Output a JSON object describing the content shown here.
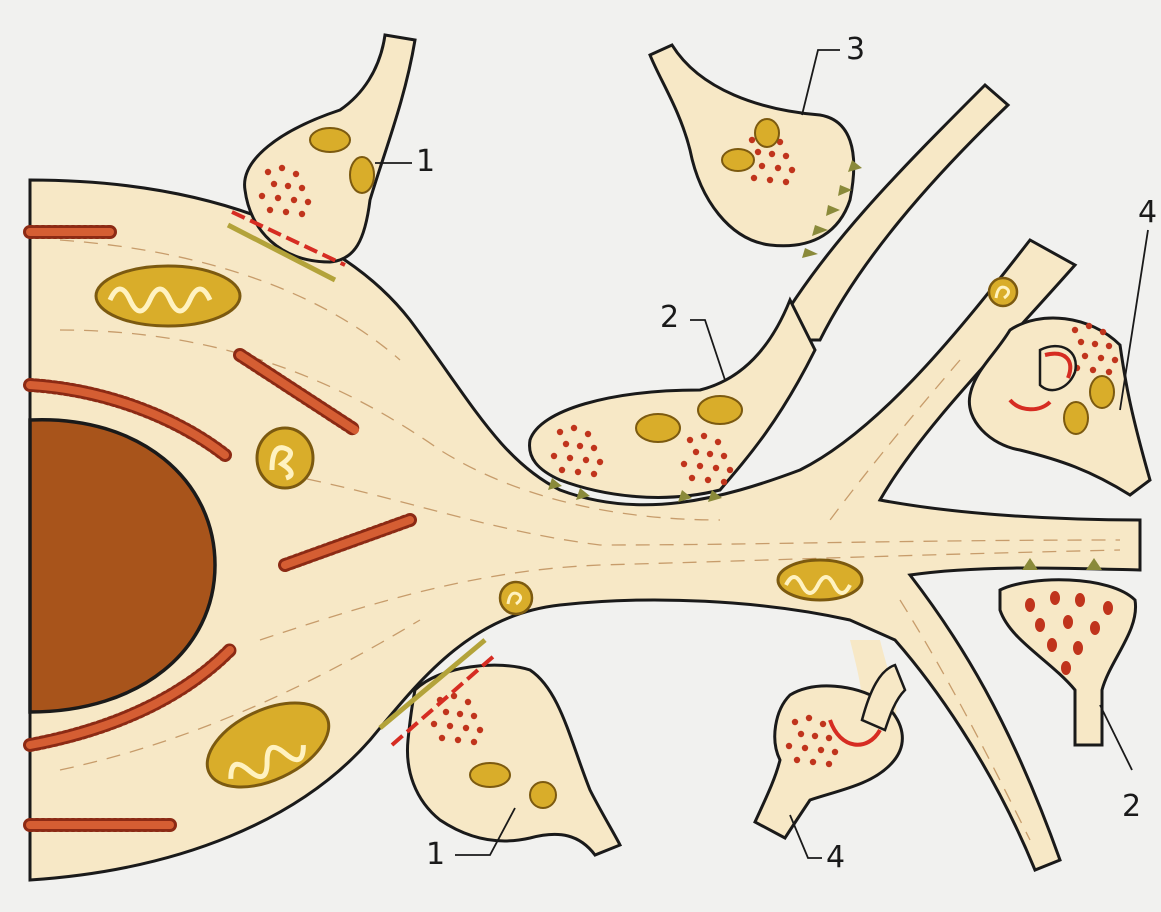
{
  "colors": {
    "background": "#f1f1ef",
    "cytoplasm": "#f7e8c6",
    "membrane_outline": "#1a1a1a",
    "nucleus": "#a8541b",
    "nucleus_outline": "#1a1a1a",
    "rough_er": "#d55e33",
    "ribosome_dots": "#8c2a14",
    "mitochondrion_fill": "#d9ad2a",
    "mitochondrion_outline": "#7c5a10",
    "vesicle": "#c0341c",
    "postsynaptic_density": "#b3a33a",
    "synaptic_cleft_mark": "#d62c22",
    "spine_triangle": "#8a8a3a"
  },
  "callouts": {
    "top_left_synapse": "1",
    "bottom_left_synapse": "1",
    "upper_dendrite_synapse": "2",
    "right_dendrite_synapse": "2",
    "top_synapse": "3",
    "right_spine_synapse": "4",
    "bottom_spine_synapse": "4"
  }
}
